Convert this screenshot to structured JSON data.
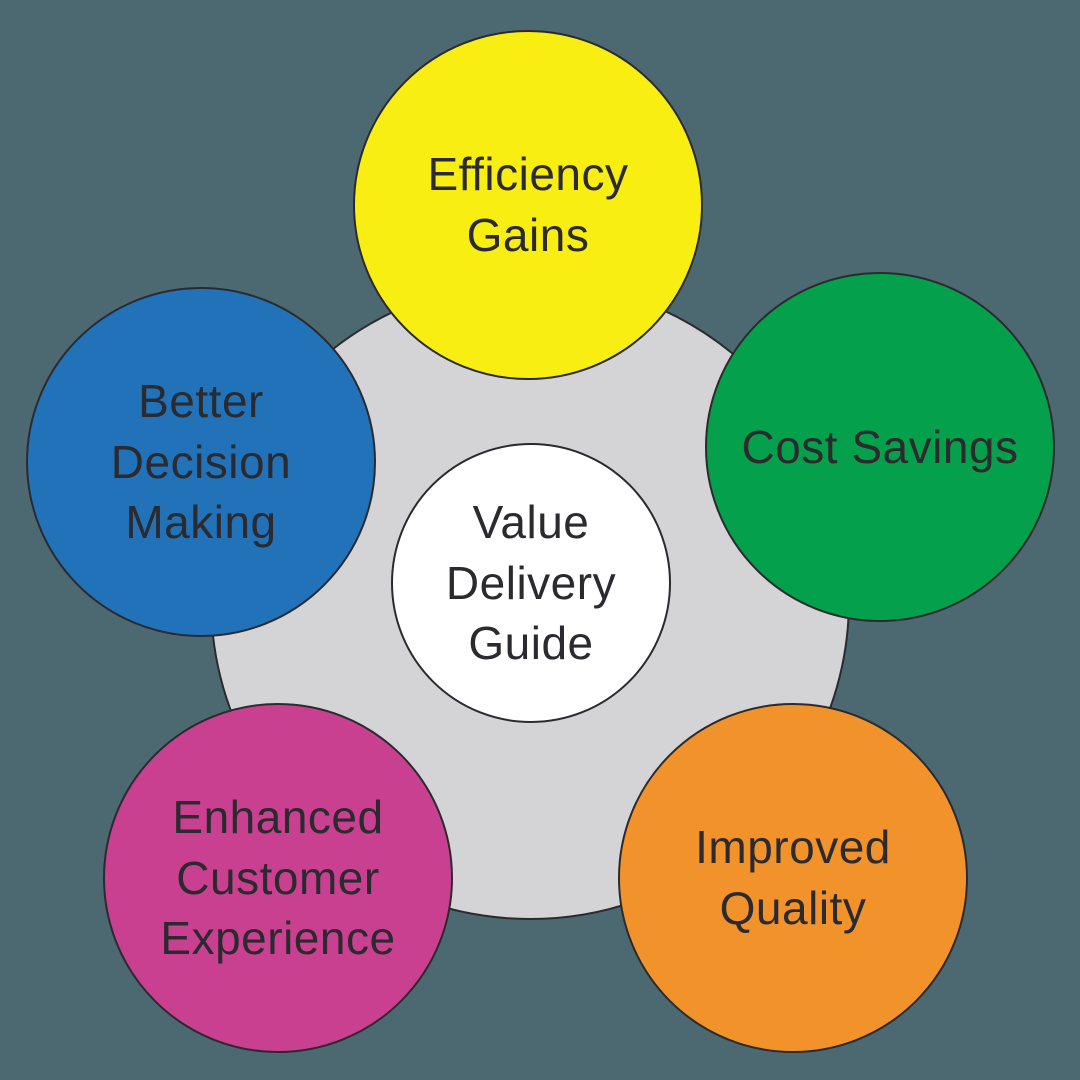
{
  "diagram": {
    "type": "hub-and-spoke",
    "background_color": "#4C6972",
    "outline_color": "#2B2A2E",
    "text_color": "#2B2A2E",
    "hub": {
      "fill": "#D4D4D6"
    },
    "center": {
      "label": "Value\nDelivery\nGuide",
      "fill": "#FFFFFF"
    },
    "nodes": [
      {
        "id": "efficiency-gains",
        "label": "Efficiency\nGains",
        "fill": "#F8EE11",
        "position": "top"
      },
      {
        "id": "cost-savings",
        "label": "Cost Savings",
        "fill": "#04A04B",
        "position": "right"
      },
      {
        "id": "improved-quality",
        "label": "Improved\nQuality",
        "fill": "#F2922B",
        "position": "bottom-right"
      },
      {
        "id": "enhanced-customer-experience",
        "label": "Enhanced\nCustomer\nExperience",
        "fill": "#CA4090",
        "position": "bottom-left"
      },
      {
        "id": "better-decision-making",
        "label": "Better\nDecision\nMaking",
        "fill": "#2172B8",
        "position": "left"
      }
    ]
  }
}
